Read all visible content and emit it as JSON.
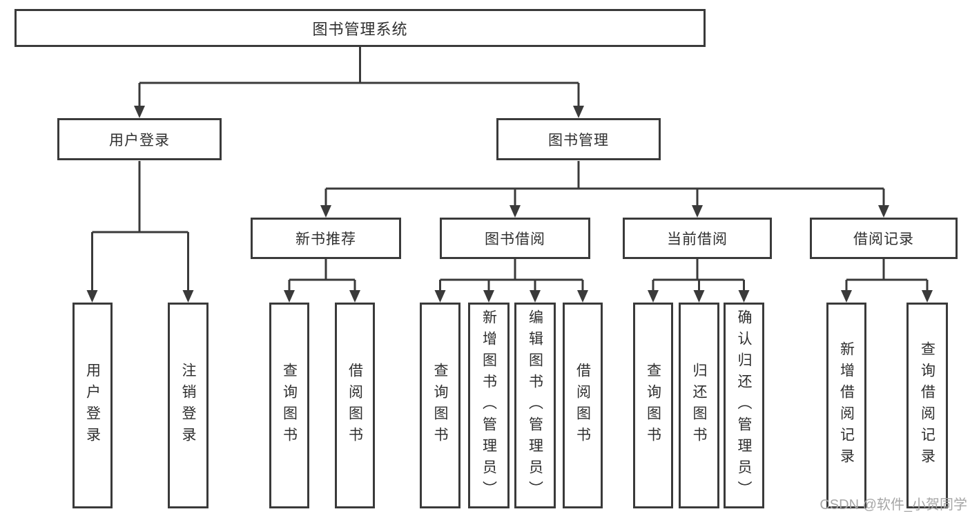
{
  "diagram": {
    "colors": {
      "line": "#3a3a3a",
      "box_border": "#3a3a3a",
      "text": "#2f2f2f",
      "background": "#ffffff",
      "watermark": "#a6a6a6"
    },
    "tree": {
      "root": {
        "label": "图书管理系统"
      },
      "branches": [
        {
          "label": "用户登录",
          "children": [
            {
              "label": "用户登录"
            },
            {
              "label": "注销登录"
            }
          ]
        },
        {
          "label": "图书管理",
          "children": [
            {
              "label": "新书推荐",
              "children": [
                {
                  "label": "查询图书"
                },
                {
                  "label": "借阅图书"
                }
              ]
            },
            {
              "label": "图书借阅",
              "children": [
                {
                  "label": "查询图书"
                },
                {
                  "label": "新增图书（管理员）"
                },
                {
                  "label": "编辑图书（管理员）"
                },
                {
                  "label": "借阅图书"
                }
              ]
            },
            {
              "label": "当前借阅",
              "children": [
                {
                  "label": "查询图书"
                },
                {
                  "label": "归还图书"
                },
                {
                  "label": "确认归还（管理员）"
                }
              ]
            },
            {
              "label": "借阅记录",
              "children": [
                {
                  "label": "新增借阅记录"
                },
                {
                  "label": "查询借阅记录"
                }
              ]
            }
          ]
        }
      ]
    },
    "watermark": {
      "text": "CSDN @软件_小贺同学"
    }
  }
}
